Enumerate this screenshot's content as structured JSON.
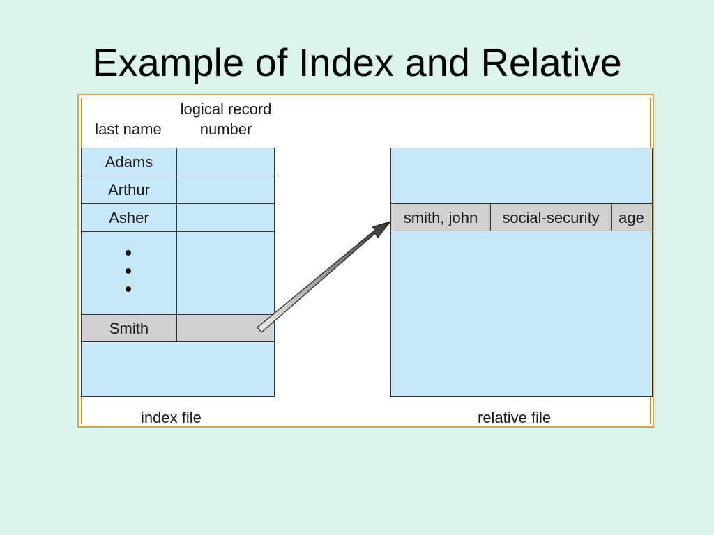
{
  "slide": {
    "title": "Example of Index and Relative"
  },
  "index_file": {
    "header_last_name": "last name",
    "header_record_line1": "logical record",
    "header_record_line2": "number",
    "rows": [
      "Adams",
      "Arthur",
      "Asher",
      "Smith"
    ],
    "caption": "index file"
  },
  "relative_file": {
    "record_fields": [
      "smith, john",
      "social-security",
      "age"
    ],
    "caption": "relative file"
  },
  "colors": {
    "background": "#dbf4ee",
    "table_fill": "#c8e8fa",
    "highlight_row": "#d0d0d0",
    "frame_border": "#e0a040"
  }
}
